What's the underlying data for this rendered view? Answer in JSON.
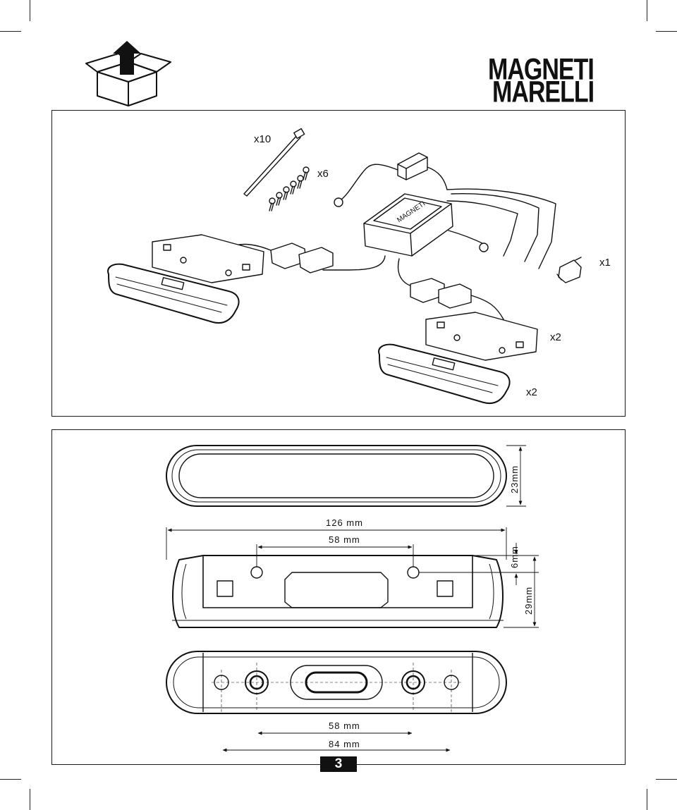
{
  "brand": {
    "line1": "MAGNETI",
    "line2": "MARELLI"
  },
  "page_number": "3",
  "kit": {
    "cable_ties_qty": "x10",
    "screws_qty": "x6",
    "connector_qty": "x1",
    "brackets_qty": "x2",
    "lamps_qty": "x2"
  },
  "dimensions": {
    "height_front": "23mm",
    "overall_length": "126 mm",
    "mount_spacing_top": "58 mm",
    "offset": "6mm",
    "depth": "29mm",
    "inner_spacing_bottom": "58 mm",
    "outer_spacing_bottom": "84 mm"
  },
  "icons": {
    "unpack": "box-arrow-up-icon"
  }
}
